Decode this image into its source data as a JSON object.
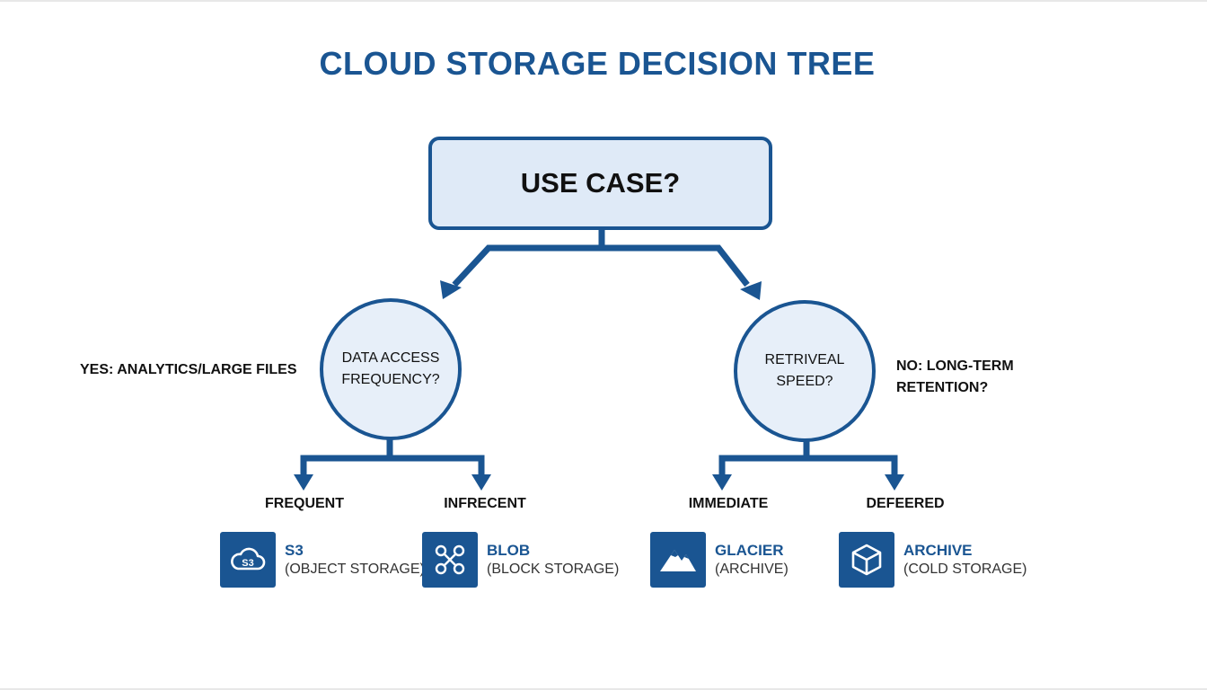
{
  "title": "CLOUD STORAGE DECISION TREE",
  "root": {
    "label": "USE CASE?"
  },
  "left_branch": {
    "condition": "YES: ANALYTICS/LARGE FILES",
    "question": [
      "DATA ACCESS",
      "FREQUENCY?"
    ],
    "children": [
      {
        "label": "FREQUENT",
        "option_name": "S3",
        "option_desc": "(OBJECT STORAGE)",
        "icon": "cloud-s3-icon"
      },
      {
        "label": "INFRECENT",
        "option_name": "BLOB",
        "option_desc": "(BLOCK STORAGE)",
        "icon": "network-nodes-icon"
      }
    ]
  },
  "right_branch": {
    "condition": [
      "NO: LONG-TERM",
      "RETENTION?"
    ],
    "question": [
      "RETRIVEAL",
      "SPEED?"
    ],
    "children": [
      {
        "label": "IMMEDIATE",
        "option_name": "GLACIER",
        "option_desc": "(ARCHIVE)",
        "icon": "mountain-icon"
      },
      {
        "label": "DEFEERED",
        "option_name": "ARCHIVE",
        "option_desc": "(COLD STORAGE)",
        "icon": "cube-icon"
      }
    ]
  },
  "colors": {
    "accent": "#1a5592",
    "node_fill": "#e7eff9",
    "root_fill": "#dfeaf7",
    "text": "#111111"
  }
}
